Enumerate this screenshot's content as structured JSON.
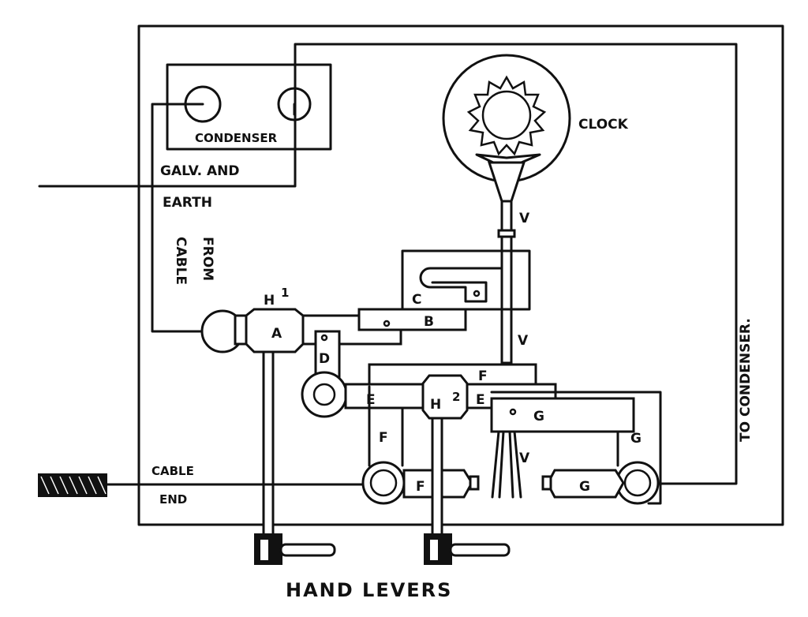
{
  "labels": {
    "condenser": "CONDENSER",
    "galv_and": "GALV. AND",
    "earth": "EARTH",
    "from": "FROM",
    "cable_side": "CABLE",
    "clock": "CLOCK",
    "to_condenser": "TO CONDENSER.",
    "cable": "CABLE",
    "end": "END",
    "hand_levers": "HAND LEVERS"
  },
  "parts": {
    "h1": "H",
    "h1_sup": "1",
    "a": "A",
    "b": "B",
    "c": "C",
    "d": "D",
    "e_left": "E",
    "e_right": "E",
    "h2": "H",
    "h2_sup": "2",
    "f_top": "F",
    "f_mid": "F",
    "f_low": "F",
    "g_mid": "G",
    "g_right": "G",
    "g_low": "G",
    "v_top": "V",
    "v_mid": "V",
    "v_low": "V"
  }
}
